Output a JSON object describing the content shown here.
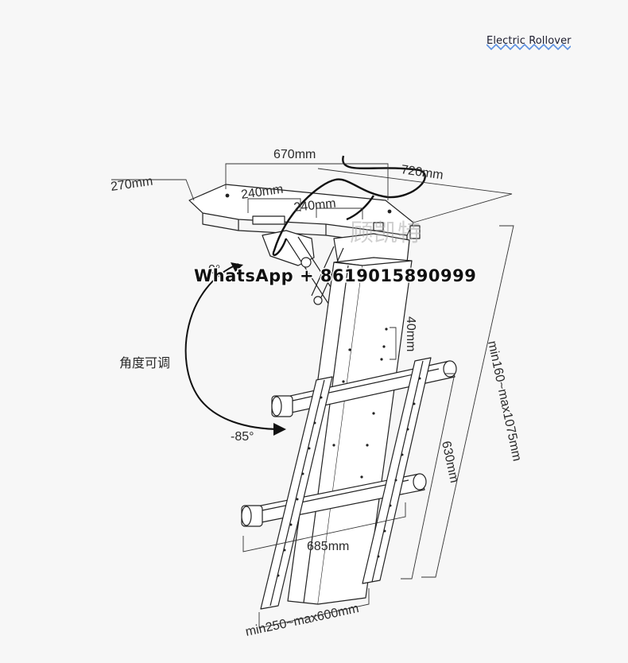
{
  "header": {
    "title": "Electric Rollover"
  },
  "dimensions": {
    "depth": "270mm",
    "top_width": "670mm",
    "length": "720mm",
    "hole_spacing_1": "240mm",
    "hole_spacing_2": "240mm",
    "slot_pitch": "40mm",
    "drop_range": "min160~max1075mm",
    "rail_height": "630mm",
    "arm_width": "685mm",
    "vesa_range": "min250~max600mm"
  },
  "angle": {
    "label": "角度可调",
    "top_value": "0°",
    "bottom_value": "-85°"
  },
  "watermark": {
    "contact": "WhatsApp + 8619015890999",
    "brand": "顾凯特"
  },
  "colors": {
    "line": "#222222",
    "fill": "#ffffff",
    "background": "#f7f7f7",
    "accent_wave": "#5b8fe0"
  }
}
